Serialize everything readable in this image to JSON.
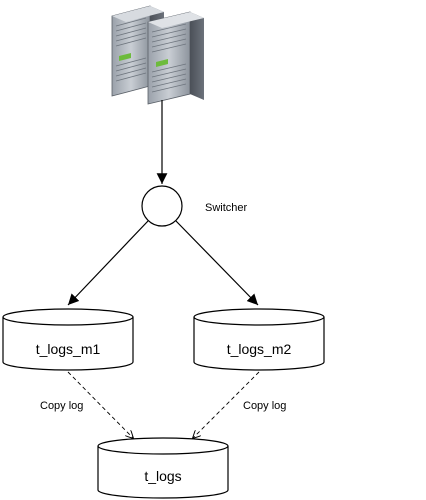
{
  "diagram": {
    "nodes": {
      "server": {
        "icon": "server-rack-icon"
      },
      "switcher": {
        "label": "Switcher"
      },
      "db_m1": {
        "label": "t_logs_m1"
      },
      "db_m2": {
        "label": "t_logs_m2"
      },
      "db_main": {
        "label": "t_logs"
      }
    },
    "edges": {
      "copy_left": {
        "label": "Copy log"
      },
      "copy_right": {
        "label": "Copy log"
      }
    }
  }
}
